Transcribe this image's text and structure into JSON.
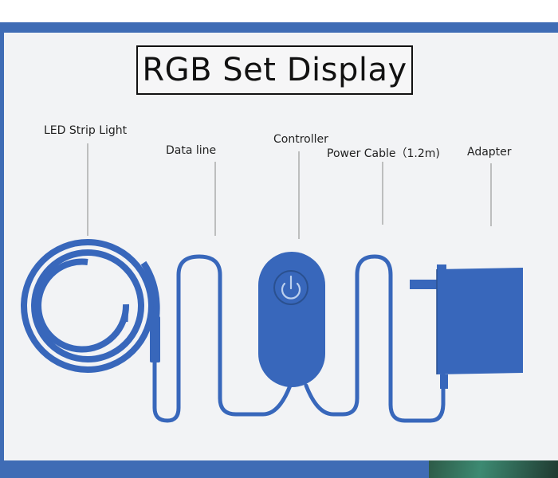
{
  "title": "RGB Set Display",
  "labels": {
    "led_strip": "LED Strip Light",
    "data_line": "Data line",
    "controller": "Controller",
    "power_cable": "Power Cable（1.2m)",
    "adapter": "Adapter"
  },
  "colors": {
    "frame": "#3f6cb5",
    "device_fill": "#3867bb",
    "cable": "#3867bb",
    "background": "#f2f3f5"
  }
}
